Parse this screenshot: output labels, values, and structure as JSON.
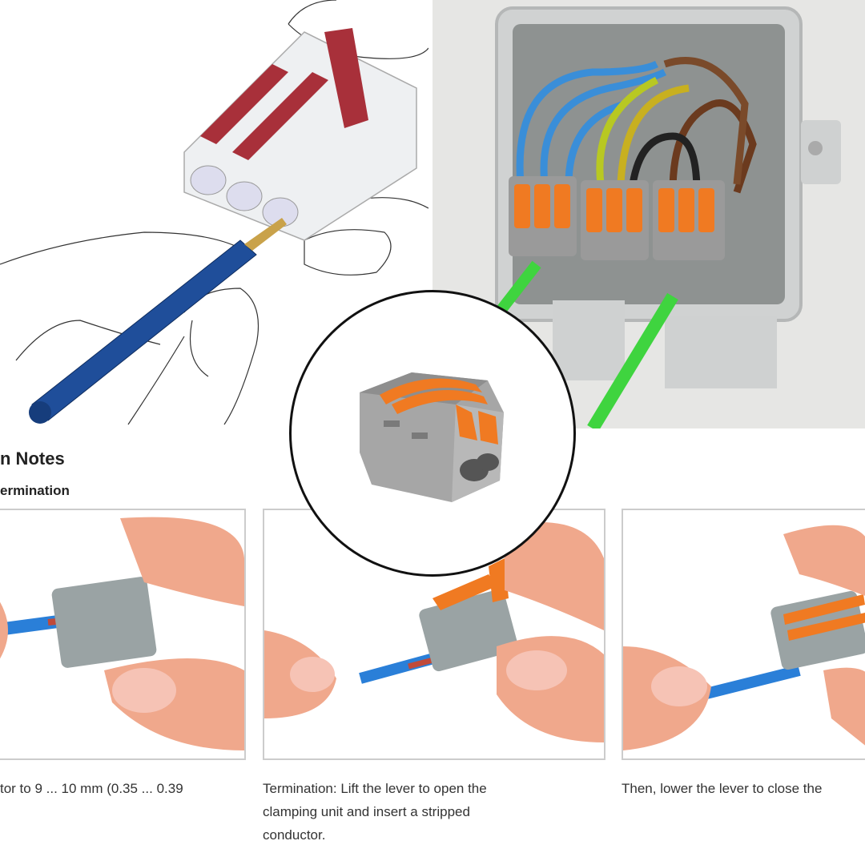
{
  "section_title": "n Notes",
  "subsection_title": "ermination",
  "steps": [
    {
      "caption": "tor to 9 ... 10 mm (0.35 ... 0.39"
    },
    {
      "caption": "Termination: Lift the lever to open the\nclamping unit and insert a stripped\nconductor."
    },
    {
      "caption": "Then, lower the lever to close the"
    }
  ],
  "colors": {
    "lever_orange": "#f07a22",
    "housing_gray": "#9a9a9a",
    "lever_red": "#a8303a",
    "wire_blue": "#1f4e9a",
    "probe_green": "#3fd43f"
  }
}
